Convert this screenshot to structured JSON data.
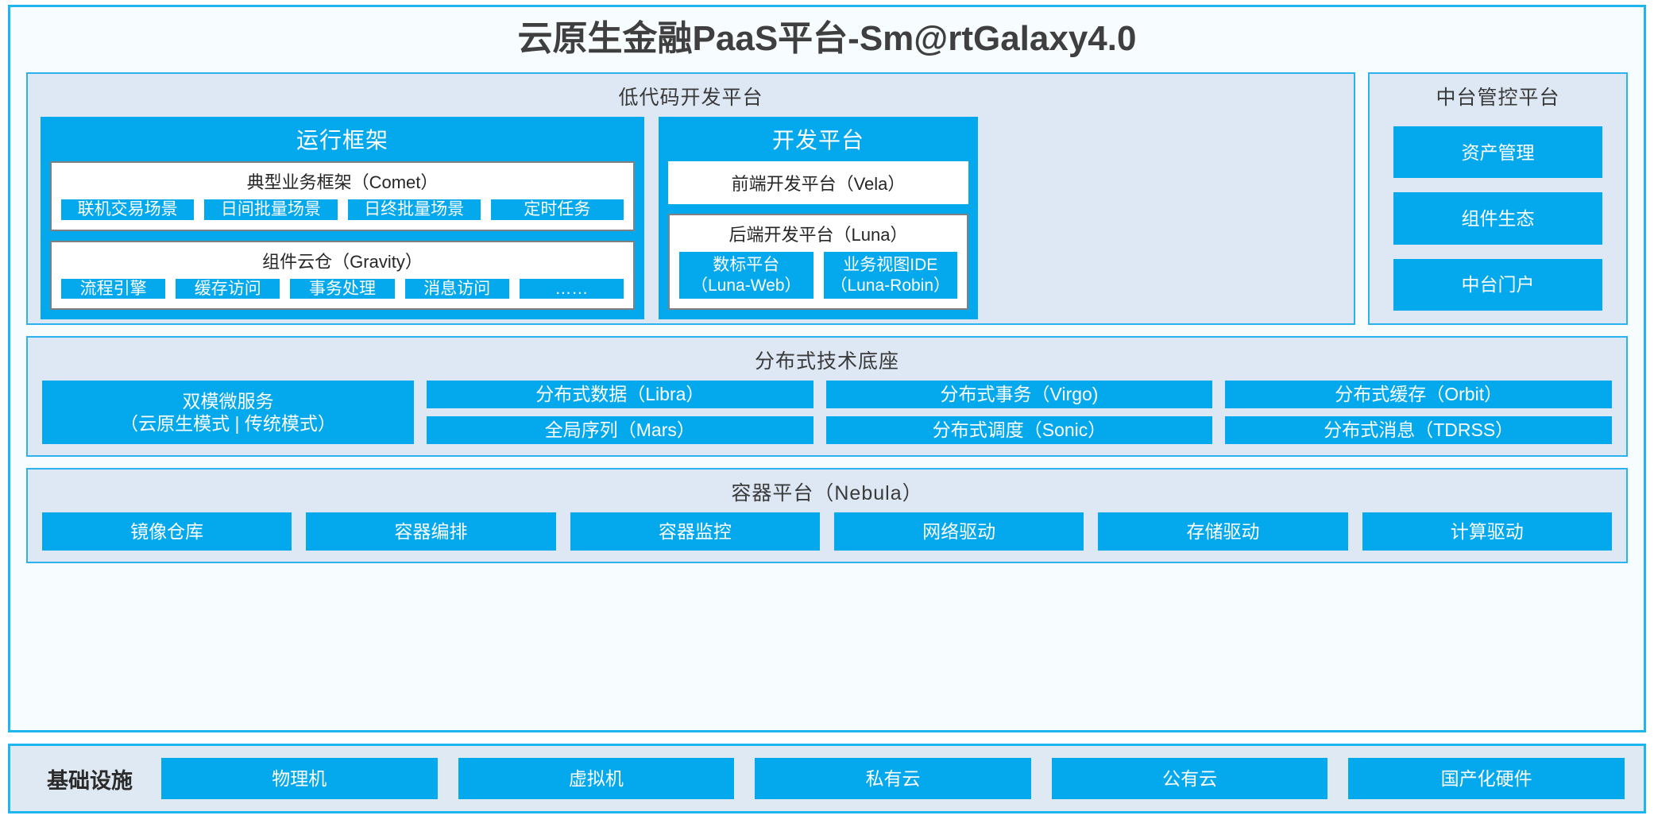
{
  "title": "云原生金融PaaS平台-Sm@rtGalaxy4.0",
  "colors": {
    "accent": "#03a9ec",
    "frame_border": "#1fb6f0",
    "panel_bg": "#dde8f4",
    "panel_border": "#2cb3ef",
    "card_border": "#808080",
    "page_bg": "#f7fcfe",
    "title_text": "#3f3f3f"
  },
  "lowcode": {
    "title": "低代码开发平台",
    "runtime": {
      "title": "运行框架",
      "comet": {
        "title": "典型业务框架（Comet）",
        "items": [
          {
            "label": "联机交易场景"
          },
          {
            "label": "日间批量场景"
          },
          {
            "label": "日终批量场景"
          },
          {
            "label": "定时任务"
          }
        ]
      },
      "gravity": {
        "title": "组件云仓（Gravity）",
        "items": [
          {
            "label": "流程引擎"
          },
          {
            "label": "缓存访问"
          },
          {
            "label": "事务处理"
          },
          {
            "label": "消息访问"
          },
          {
            "label": "……"
          }
        ]
      }
    },
    "devplatform": {
      "title": "开发平台",
      "frontend": {
        "label": "前端开发平台（Vela）"
      },
      "backend": {
        "title": "后端开发平台（Luna）",
        "items": [
          {
            "label": "数标平台\n（Luna-Web）"
          },
          {
            "label": "业务视图IDE\n（Luna-Robin）"
          }
        ]
      }
    }
  },
  "governance": {
    "title": "中台管控平台",
    "items": [
      {
        "label": "资产管理"
      },
      {
        "label": "组件生态"
      },
      {
        "label": "中台门户"
      }
    ]
  },
  "distributed": {
    "title": "分布式技术底座",
    "microservice": {
      "label": "双模微服务\n（云原生模式 | 传统模式）"
    },
    "columns": [
      {
        "items": [
          {
            "label": "分布式数据（Libra）"
          },
          {
            "label": "全局序列（Mars）"
          }
        ]
      },
      {
        "items": [
          {
            "label": "分布式事务（Virgo)"
          },
          {
            "label": "分布式调度（Sonic）"
          }
        ]
      },
      {
        "items": [
          {
            "label": "分布式缓存（Orbit）"
          },
          {
            "label": "分布式消息（TDRSS）"
          }
        ]
      }
    ]
  },
  "container": {
    "title": "容器平台（Nebula）",
    "items": [
      {
        "label": "镜像仓库"
      },
      {
        "label": "容器编排"
      },
      {
        "label": "容器监控"
      },
      {
        "label": "网络驱动"
      },
      {
        "label": "存储驱动"
      },
      {
        "label": "计算驱动"
      }
    ]
  },
  "infrastructure": {
    "label": "基础设施",
    "items": [
      {
        "label": "物理机"
      },
      {
        "label": "虚拟机"
      },
      {
        "label": "私有云"
      },
      {
        "label": "公有云"
      },
      {
        "label": "国产化硬件"
      }
    ]
  }
}
